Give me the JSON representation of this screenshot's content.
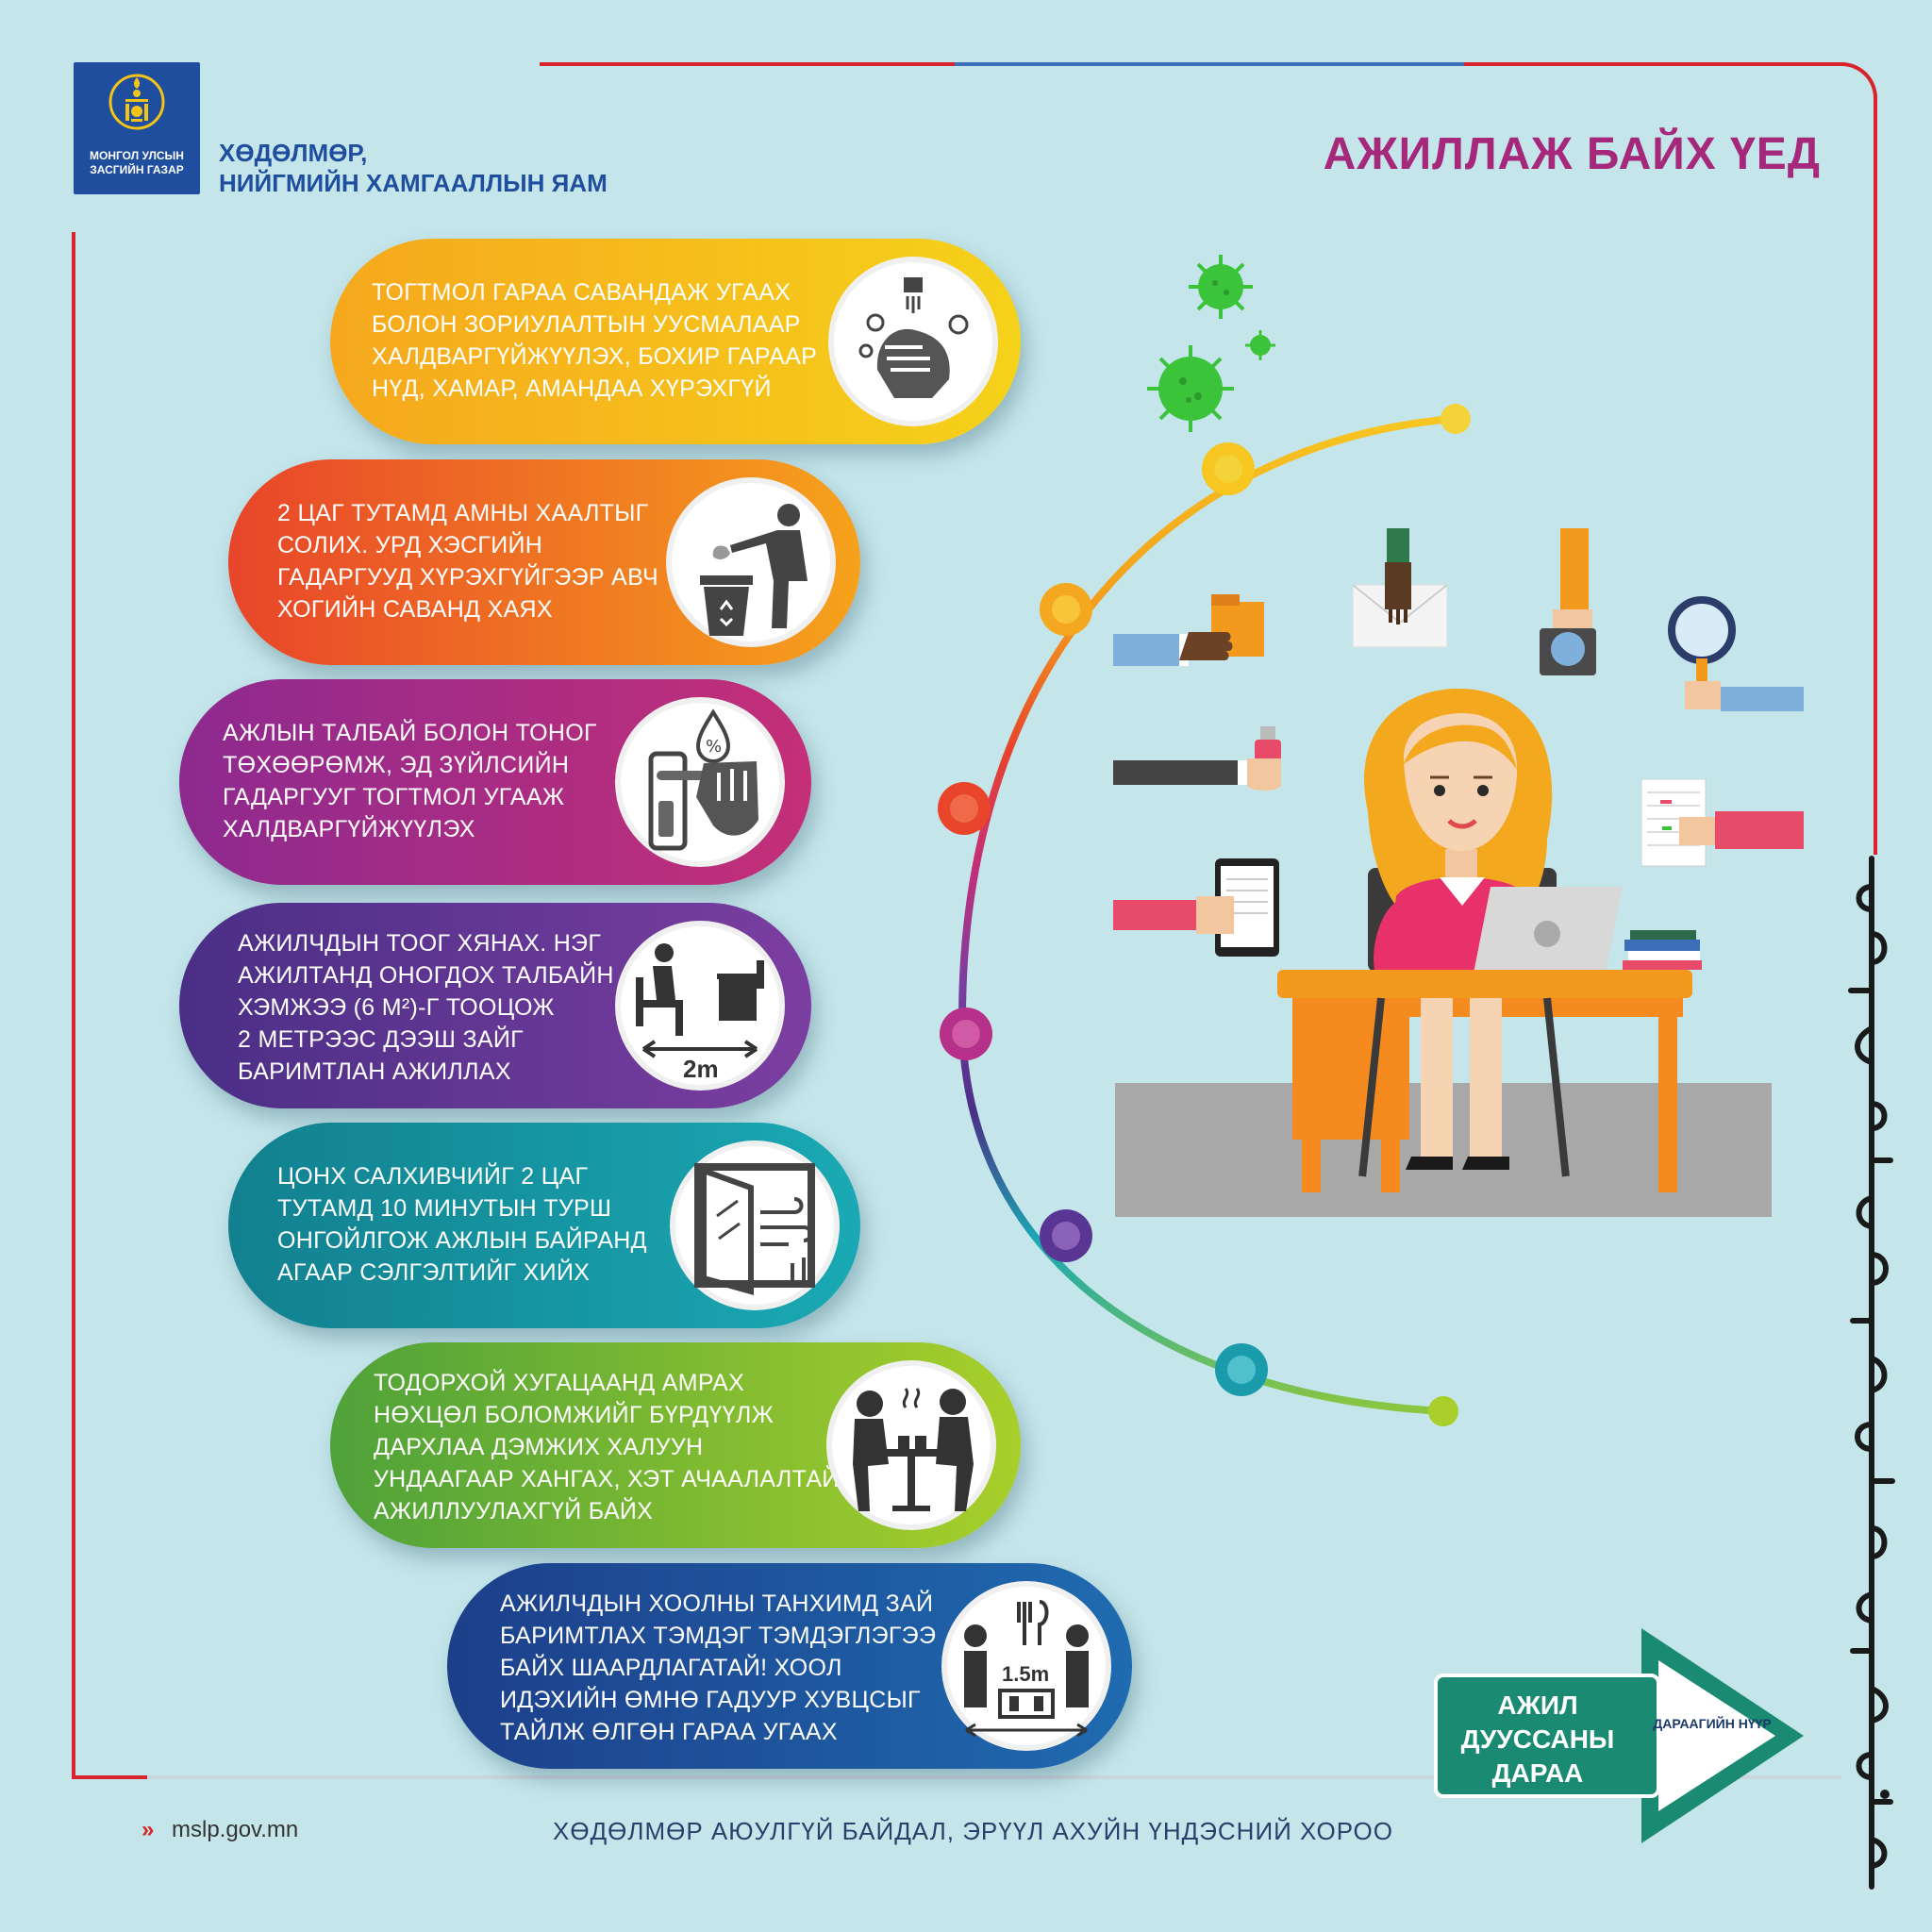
{
  "header": {
    "logo_text": "МОНГОЛ УЛСЫН ЗАСГИЙН ГАЗАР",
    "ministry_line1": "ХӨДӨЛМӨР,",
    "ministry_line2": "НИЙГМИЙН ХАМГААЛЛЫН ЯАМ",
    "title": "АЖИЛЛАЖ БАЙХ ҮЕД"
  },
  "colors": {
    "background": "#c4e6eb",
    "frame_red": "#d8232a",
    "frame_blue": "#3a6fb8",
    "title": "#a6287a",
    "ministry": "#1f4e9e",
    "next_green": "#1a8a73"
  },
  "steps": [
    {
      "text": "ТОГТМОЛ ГАРАА САВАНДАЖ УГААХ\nБОЛОН ЗОРИУЛАЛТЫН УУСМАЛААР\nХАЛДВАРГҮЙЖҮҮЛЭХ, БОХИР ГАРААР\nНҮД, ХАМАР, АМАНДАА ХҮРЭХГҮЙ",
      "icon": "hand-washing-icon",
      "color_from": "#f6a81d",
      "color_to": "#f5d21a"
    },
    {
      "text": "2 ЦАГ ТУТАМД АМНЫ ХААЛТЫГ\nСОЛИХ. УРД ХЭСГИЙН\nГАДАРГУУД ХҮРЭХГҮЙГЭЭР АВЧ\nХОГИЙН САВАНД ХАЯХ",
      "icon": "mask-disposal-icon",
      "color_from": "#e8452a",
      "color_to": "#f6a21c"
    },
    {
      "text": "АЖЛЫН ТАЛБАЙ БОЛОН ТОНОГ\nТӨХӨӨРӨМЖ, ЭД ЗҮЙЛСИЙН\nГАДАРГУУГ ТОГТМОЛ УГААЖ\nХАЛДВАРГҮЙЖҮҮЛЭХ",
      "icon": "surface-disinfect-icon",
      "color_from": "#8d2a8f",
      "color_to": "#c42f78"
    },
    {
      "text": "АЖИЛЧДЫН ТООГ ХЯНАХ. НЭГ\nАЖИЛТАНД ОНОГДОХ ТАЛБАЙН\nХЭМЖЭЭ (6 М²)-Г ТООЦОЖ\n2 МЕТРЭЭС ДЭЭШ ЗАЙГ\nБАРИМТЛАН АЖИЛЛАХ",
      "icon": "desk-distance-icon",
      "icon_label": "2m",
      "color_from": "#4a2f86",
      "color_to": "#7b3ea0"
    },
    {
      "text": "ЦОНХ САЛХИВЧИЙГ 2 ЦАГ\nТУТАМД 10 МИНУТЫН ТУРШ\nОНГОЙЛГОЖ АЖЛЫН БАЙРАНД\nАГААР СЭЛГЭЛТИЙГ ХИЙХ",
      "icon": "window-ventilation-icon",
      "color_from": "#12808f",
      "color_to": "#1aa9b4"
    },
    {
      "text": "ТОДОРХОЙ ХУГАЦААНД АМРАХ\nНӨХЦӨЛ БОЛОМЖИЙГ БҮРДҮҮЛЖ\nДАРХЛАА ДЭМЖИХ ХАЛУУН\nУНДААГААР ХАНГАХ, ХЭТ АЧААЛАЛТАЙ\nАЖИЛЛУУЛАХГҮЙ БАЙХ",
      "icon": "coffee-break-icon",
      "color_from": "#4fa23a",
      "color_to": "#a8cf2a"
    },
    {
      "text": "АЖИЛЧДЫН ХООЛНЫ ТАНХИМД ЗАЙ\nБАРИМТЛАХ ТЭМДЭГ ТЭМДЭГЛЭГЭЭ\nБАЙХ ШААРДЛАГАТАЙ! ХООЛ\nИДЭХИЙН ӨМНӨ ГАДУУР ХУВЦСЫГ\nТАЙЛЖ ӨЛГӨН ГАРАА УГААХ",
      "icon": "canteen-distance-icon",
      "icon_label": "1.5m",
      "color_from": "#1d3f8a",
      "color_to": "#1f6bb0"
    }
  ],
  "next": {
    "title": "АЖИЛ ДУУССАНЫ ДАРАА",
    "arrow_label": "ДАРААГИЙН НҮҮР"
  },
  "footer": {
    "website": "mslp.gov.mn",
    "org": "ХӨДӨЛМӨР АЮУЛГҮЙ БАЙДАЛ, ЭРҮҮЛ АХУЙН ҮНДЭСНИЙ ХОРОО"
  }
}
